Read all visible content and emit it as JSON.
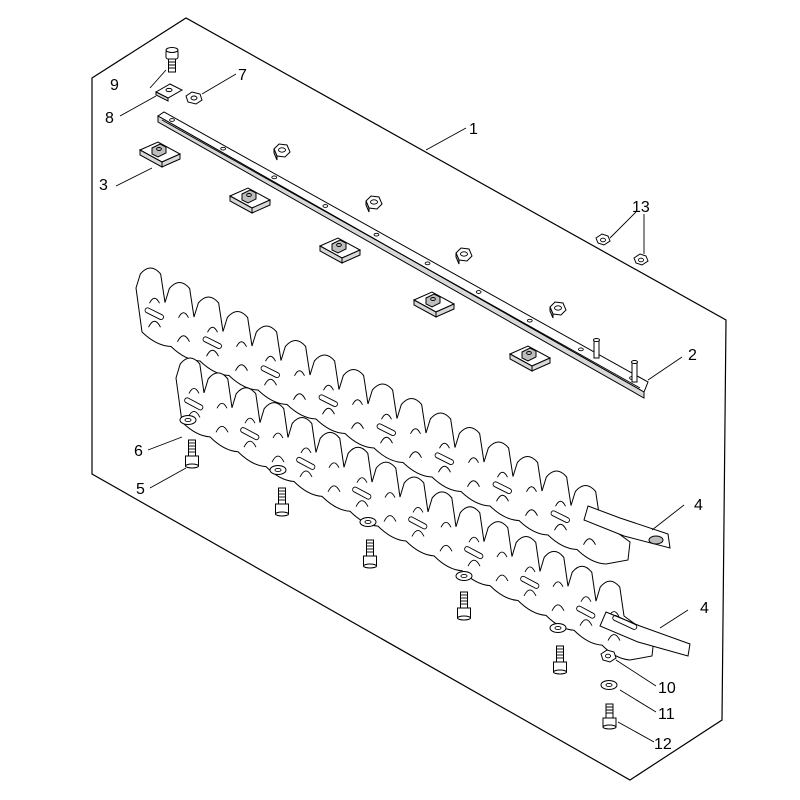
{
  "callouts": [
    {
      "id": "c1",
      "text": "1"
    },
    {
      "id": "c2",
      "text": "2"
    },
    {
      "id": "c3",
      "text": "3"
    },
    {
      "id": "c4a",
      "text": "4"
    },
    {
      "id": "c4b",
      "text": "4"
    },
    {
      "id": "c5",
      "text": "5"
    },
    {
      "id": "c6",
      "text": "6"
    },
    {
      "id": "c7",
      "text": "7"
    },
    {
      "id": "c8",
      "text": "8"
    },
    {
      "id": "c9",
      "text": "9"
    },
    {
      "id": "c10",
      "text": "10"
    },
    {
      "id": "c11",
      "text": "11"
    },
    {
      "id": "c12",
      "text": "12"
    },
    {
      "id": "c13",
      "text": "13"
    }
  ]
}
